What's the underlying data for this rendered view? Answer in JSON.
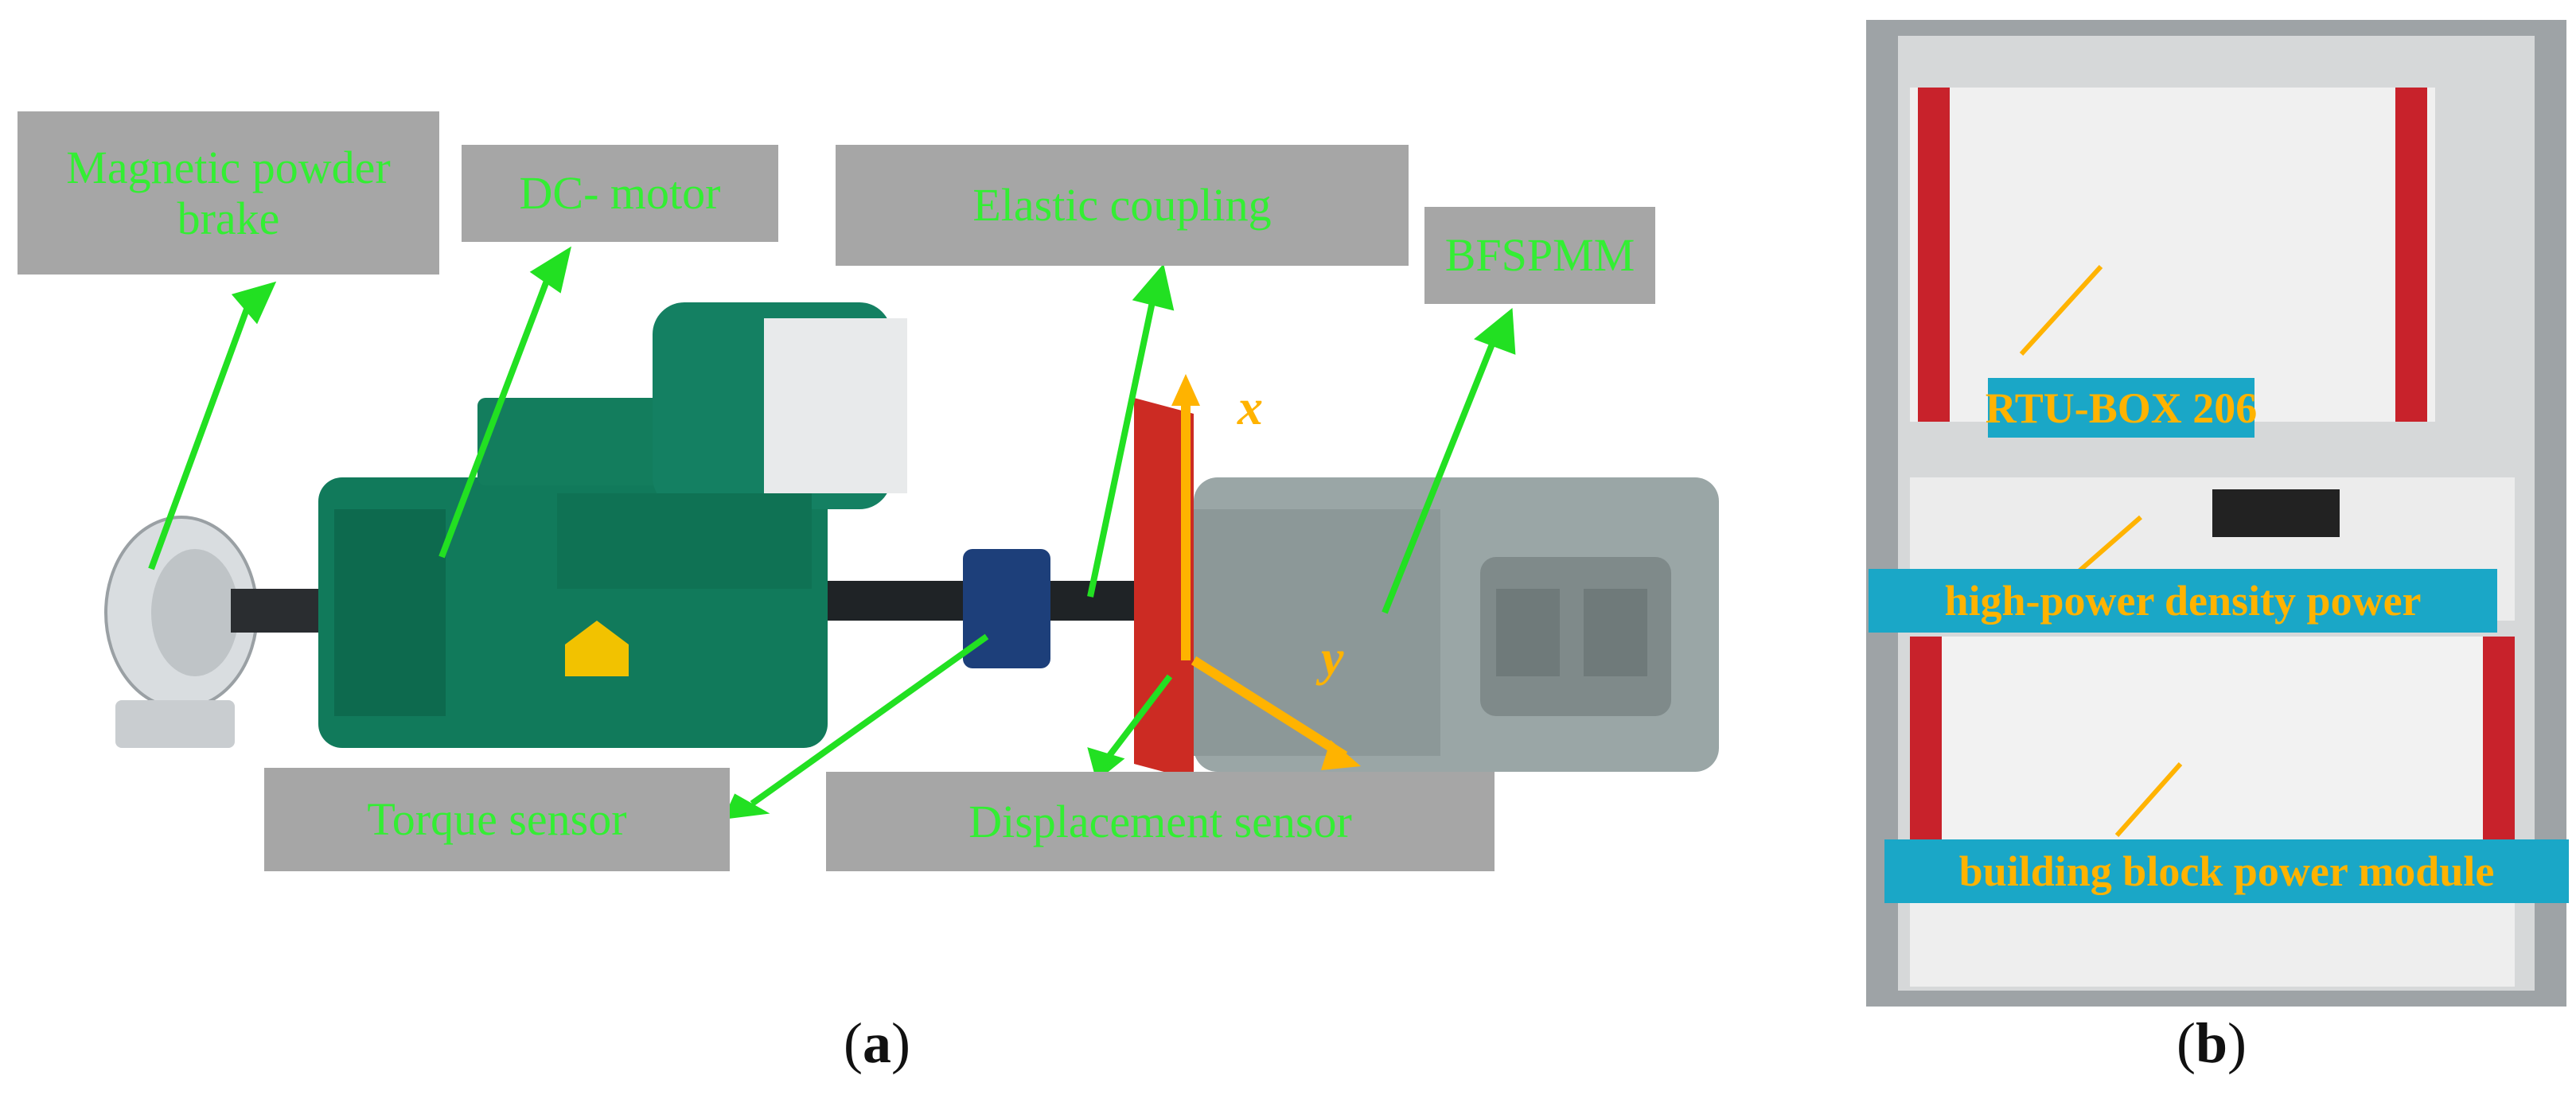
{
  "panel_a": {
    "labels": {
      "magnetic_brake": "Magnetic powder brake",
      "dc_motor": "DC- motor",
      "elastic_coupling": "Elastic coupling",
      "bfspmm": "BFSPMM",
      "torque_sensor": "Torque sensor",
      "displacement_sensor": "Displacement sensor"
    },
    "axes": {
      "x": "x",
      "y": "y"
    },
    "caption_open": "(",
    "caption_letter": "a",
    "caption_close": ")"
  },
  "panel_b": {
    "labels": {
      "rtu_box": "RTU-BOX 206",
      "hp_power": "high-power density power",
      "bb_power": "building block power module"
    },
    "caption_open": "(",
    "caption_letter": "b",
    "caption_close": ")"
  },
  "colors": {
    "label_bg": "#a6a6a6",
    "label_text": "#33ee33",
    "arrow_green": "#22e022",
    "cyan_bg": "#1aa7c7",
    "accent_orange": "#ffb300"
  }
}
